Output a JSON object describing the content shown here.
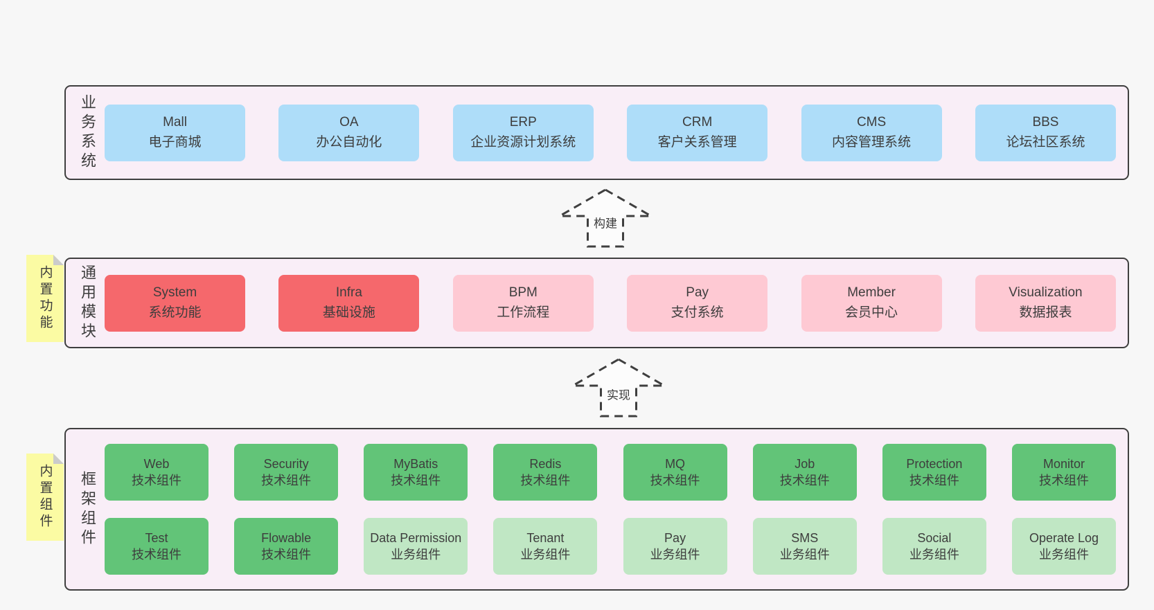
{
  "colors": {
    "page_bg": "#f7f7f7",
    "band_bg": "#f9eef7",
    "band_border": "#3f3f3f",
    "text": "#3d3d3d",
    "blue": "#aeddf9",
    "red": "#f5686c",
    "pink": "#fec9d3",
    "green": "#62c478",
    "light_green": "#c0e7c4",
    "sticky": "#fbfba3",
    "sticky_fold": "#cbcbcb",
    "arrow_fill": "#fcfcfc",
    "arrow_stroke": "#3f3f3f"
  },
  "bands": {
    "business": {
      "label": "业务系统",
      "boxes": [
        {
          "en": "Mall",
          "zh": "电子商城"
        },
        {
          "en": "OA",
          "zh": "办公自动化"
        },
        {
          "en": "ERP",
          "zh": "企业资源计划系统"
        },
        {
          "en": "CRM",
          "zh": "客户关系管理"
        },
        {
          "en": "CMS",
          "zh": "内容管理系统"
        },
        {
          "en": "BBS",
          "zh": "论坛社区系统"
        }
      ]
    },
    "modules": {
      "label": "通用模块",
      "sticky": "内置功能",
      "boxes": [
        {
          "en": "System",
          "zh": "系统功能"
        },
        {
          "en": "Infra",
          "zh": "基础设施"
        },
        {
          "en": "BPM",
          "zh": "工作流程"
        },
        {
          "en": "Pay",
          "zh": "支付系统"
        },
        {
          "en": "Member",
          "zh": "会员中心"
        },
        {
          "en": "Visualization",
          "zh": "数据报表"
        }
      ]
    },
    "components": {
      "label": "框架组件",
      "sticky": "内置组件",
      "row1": [
        {
          "en": "Web",
          "zh": "技术组件"
        },
        {
          "en": "Security",
          "zh": "技术组件"
        },
        {
          "en": "MyBatis",
          "zh": "技术组件"
        },
        {
          "en": "Redis",
          "zh": "技术组件"
        },
        {
          "en": "MQ",
          "zh": "技术组件"
        },
        {
          "en": "Job",
          "zh": "技术组件"
        },
        {
          "en": "Protection",
          "zh": "技术组件"
        },
        {
          "en": "Monitor",
          "zh": "技术组件"
        }
      ],
      "row2": [
        {
          "en": "Test",
          "zh": "技术组件"
        },
        {
          "en": "Flowable",
          "zh": "技术组件"
        },
        {
          "en": "Data Permission",
          "zh": "业务组件"
        },
        {
          "en": "Tenant",
          "zh": "业务组件"
        },
        {
          "en": "Pay",
          "zh": "业务组件"
        },
        {
          "en": "SMS",
          "zh": "业务组件"
        },
        {
          "en": "Social",
          "zh": "业务组件"
        },
        {
          "en": "Operate Log",
          "zh": "业务组件"
        }
      ]
    }
  },
  "arrows": {
    "build": {
      "label": "构建"
    },
    "implement": {
      "label": "实现"
    }
  }
}
